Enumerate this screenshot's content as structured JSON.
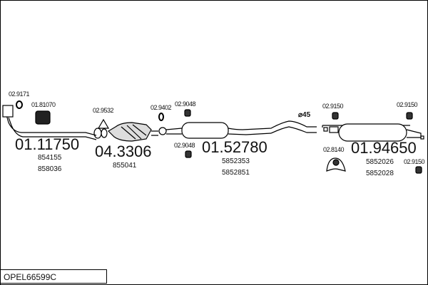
{
  "title_code": "OPEL66599C",
  "parts": {
    "front_pipe": {
      "number": "01.11750",
      "oem": [
        "854155",
        "858036"
      ]
    },
    "catalyst": {
      "number": "04.3306",
      "oem": [
        "855041"
      ]
    },
    "center_silencer": {
      "number": "01.52780",
      "oem": [
        "5852353",
        "5852851"
      ]
    },
    "rear_silencer": {
      "number": "01.94650",
      "oem": [
        "5852026",
        "5852028"
      ]
    }
  },
  "accessories": {
    "a1": "02.9171",
    "a2": "01.81070",
    "a3": "02.9532",
    "a4": "02.9402",
    "a5": "02.9048",
    "a6": "02.9048",
    "a7": "02.9150",
    "a8": "02.9150",
    "a9": "02.8140",
    "a10": "02.9150"
  },
  "diameter_label": "⌀45"
}
